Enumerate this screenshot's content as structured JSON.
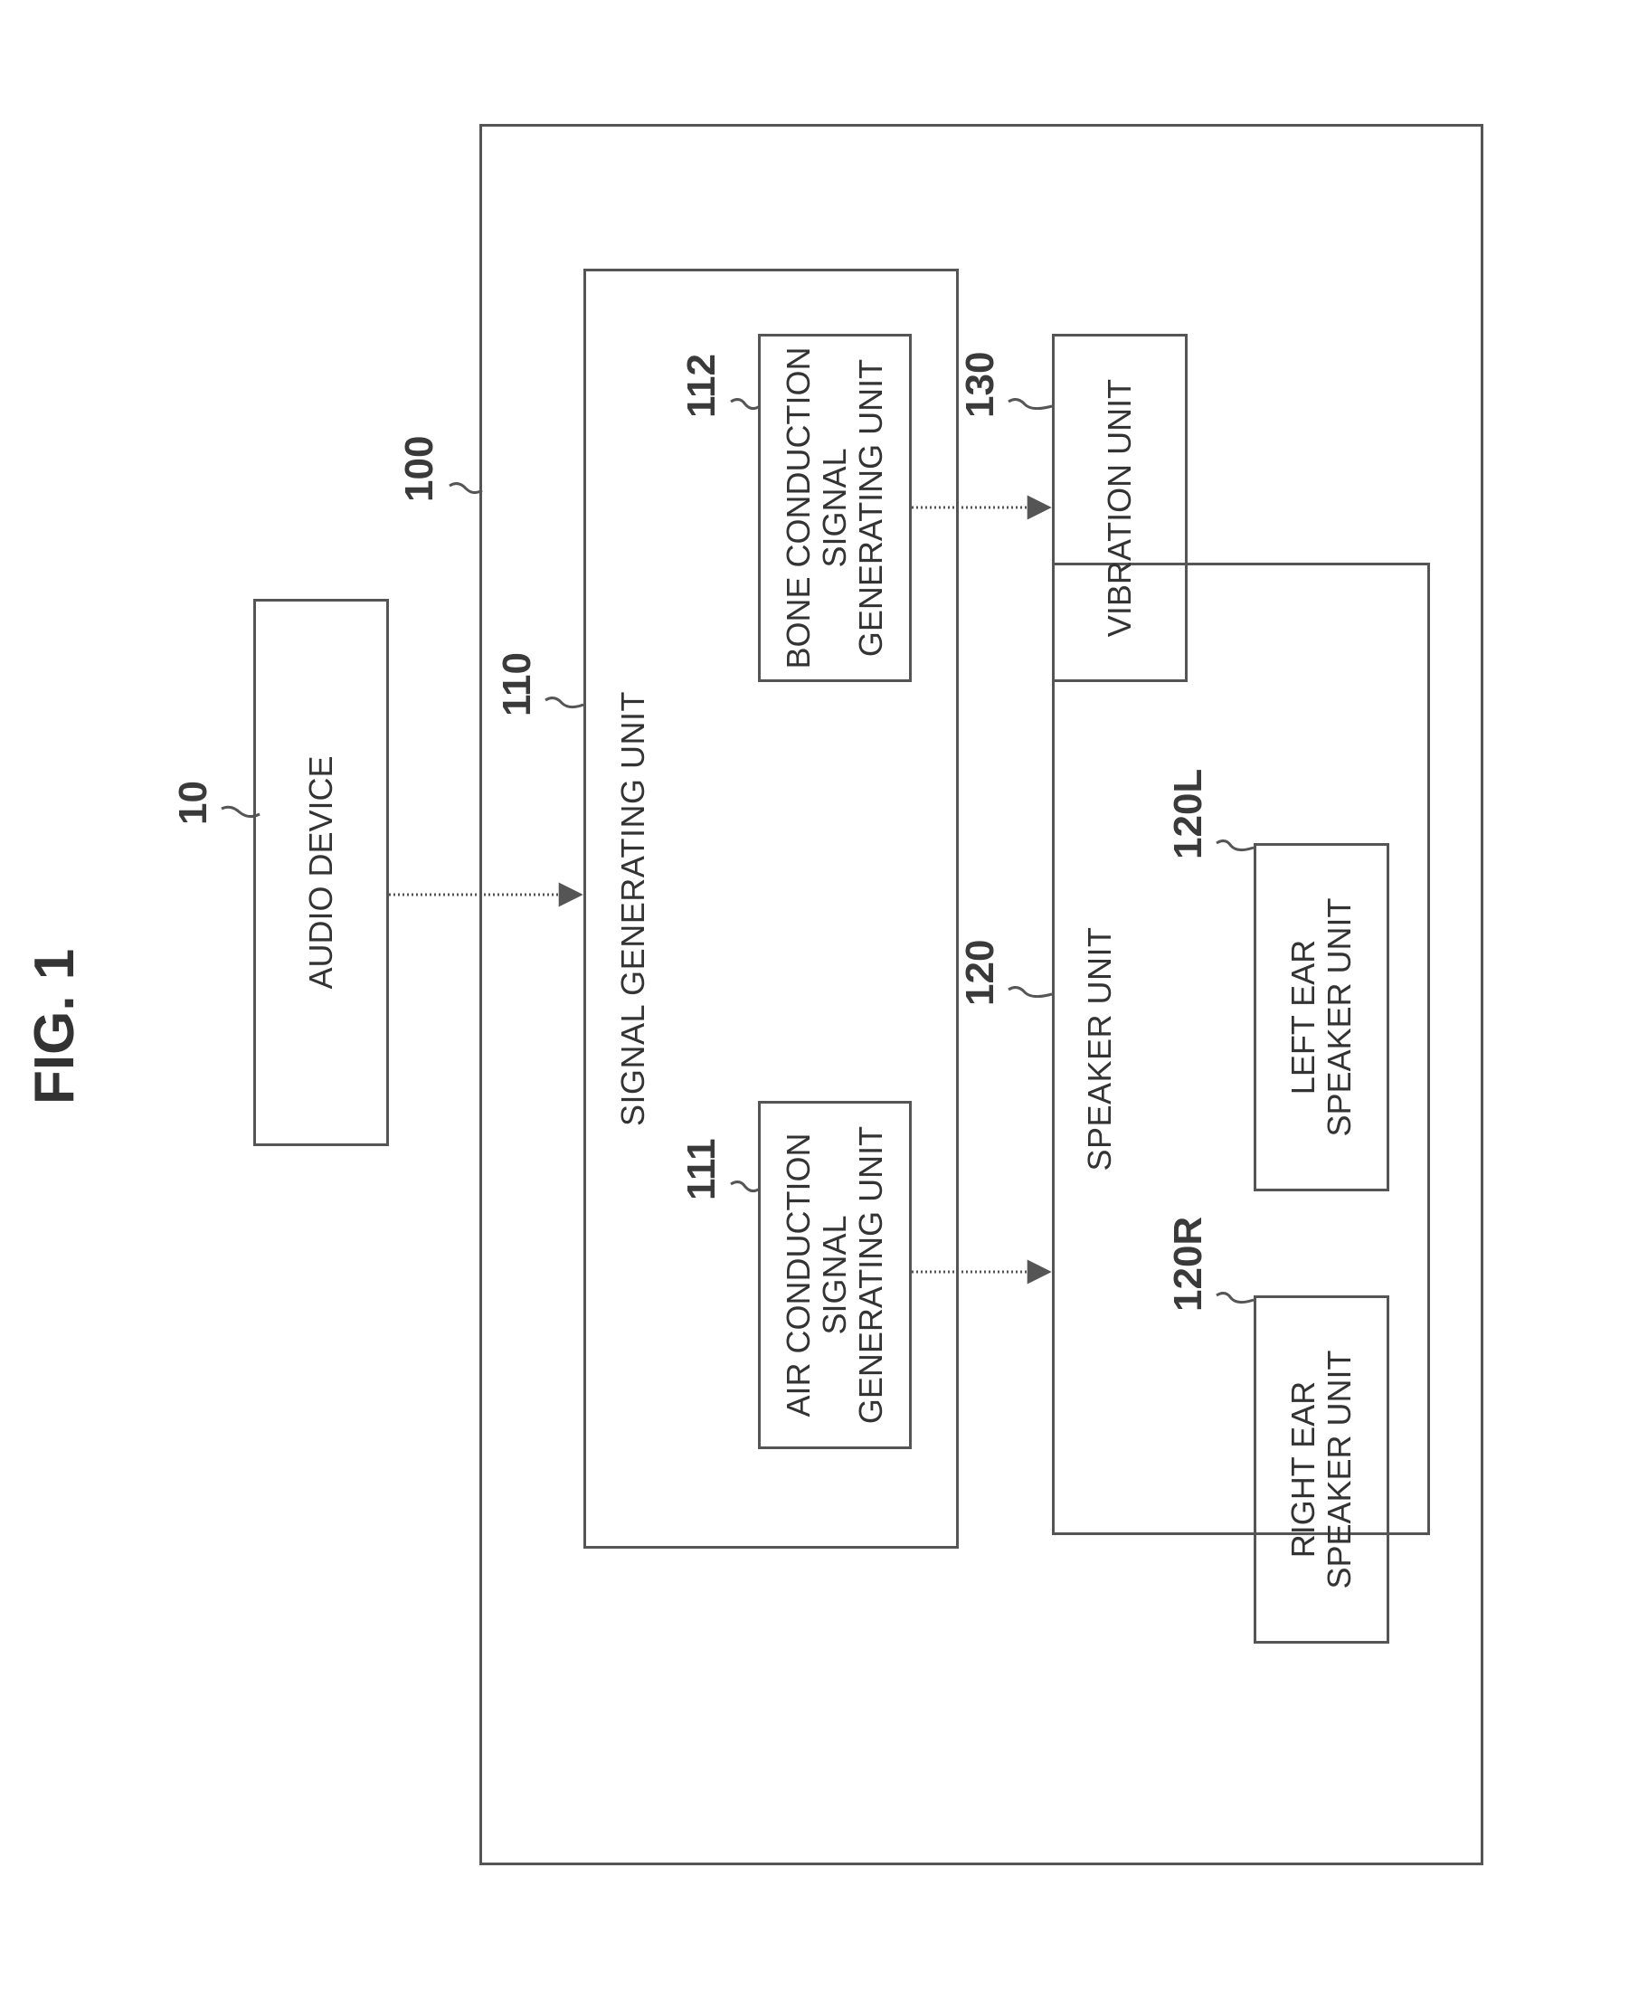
{
  "figure": {
    "title": "FIG. 1"
  },
  "references": {
    "audio_device": "10",
    "system": "100",
    "signal_generating_unit": "110",
    "air_conduction": "111",
    "bone_conduction": "112",
    "speaker_unit": "120",
    "left_ear": "120L",
    "right_ear": "120R",
    "vibration_unit": "130"
  },
  "blocks": {
    "audio_device": {
      "label": "AUDIO DEVICE"
    },
    "signal_generating_unit": {
      "label": "SIGNAL GENERATING UNIT"
    },
    "air_conduction": {
      "lines": [
        "AIR CONDUCTION",
        "SIGNAL",
        "GENERATING UNIT"
      ]
    },
    "bone_conduction": {
      "lines": [
        "BONE CONDUCTION",
        "SIGNAL",
        "GENERATING UNIT"
      ]
    },
    "speaker_unit": {
      "label": "SPEAKER UNIT"
    },
    "right_ear": {
      "lines": [
        "RIGHT EAR",
        "SPEAKER UNIT"
      ]
    },
    "left_ear": {
      "lines": [
        "LEFT EAR",
        "SPEAKER UNIT"
      ]
    },
    "vibration_unit": {
      "label": "VIBRATION UNIT"
    }
  }
}
